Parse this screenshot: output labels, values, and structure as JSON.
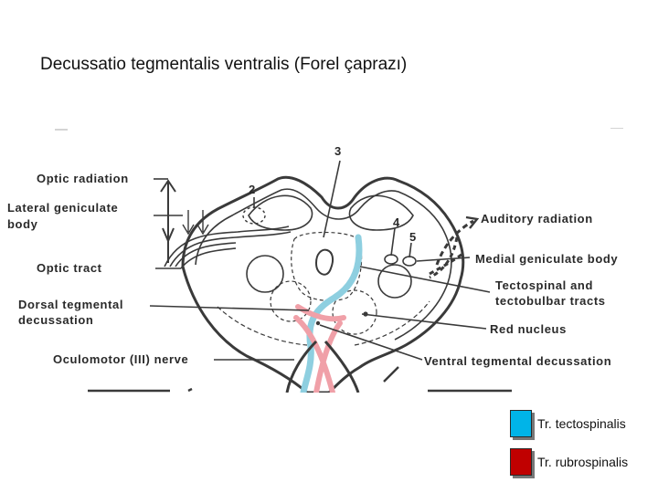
{
  "slide": {
    "title": "Decussatio tegmentalis ventralis (Forel çaprazı)"
  },
  "diagram": {
    "labels": {
      "optic_radiation": "Optic radiation",
      "lateral_geniculate_1": "Lateral geniculate",
      "lateral_geniculate_2": "body",
      "optic_tract": "Optic tract",
      "dorsal_tegmental_1": "Dorsal tegmental",
      "dorsal_tegmental_2": "decussation",
      "oculomotor_nerve": "Oculomotor (III) nerve",
      "auditory_radiation": "Auditory radiation",
      "medial_geniculate": "Medial geniculate body",
      "tectospinal_1": "Tectospinal and",
      "tectospinal_2": "tectobulbar tracts",
      "red_nucleus": "Red nucleus",
      "ventral_tegmental": "Ventral tegmental decussation"
    },
    "numbers": {
      "n2": "2",
      "n3": "3",
      "n4": "4",
      "n5": "5"
    },
    "colors": {
      "tectospinal_tract": "#8ecfe0",
      "rubrospinal_tract": "#f0a0a8",
      "line": "#3a3a3a"
    }
  },
  "legend": {
    "items": [
      {
        "label": "Tr. tectospinalis",
        "color": "#00b4e8"
      },
      {
        "label": "Tr. rubrospinalis",
        "color": "#c00000"
      }
    ]
  }
}
